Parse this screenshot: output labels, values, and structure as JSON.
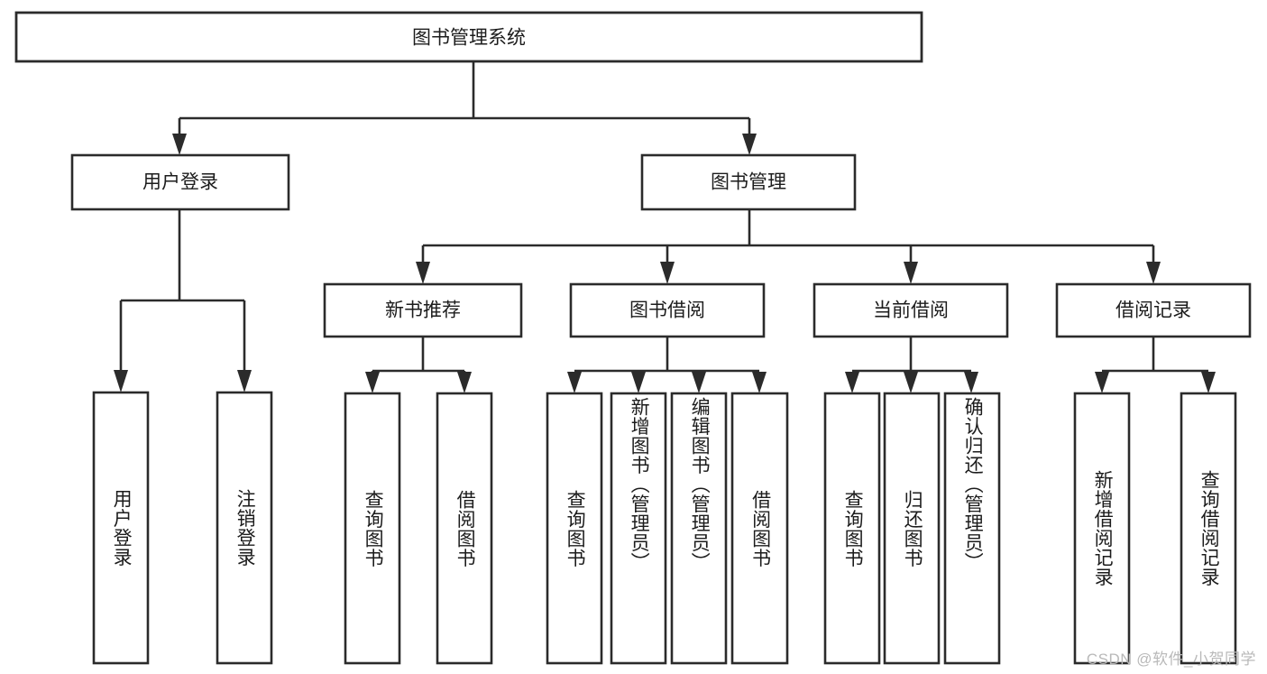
{
  "diagram": {
    "type": "tree-hierarchy",
    "title": "图书管理系统",
    "orientation": "top-down",
    "colors": {
      "box_fill": "#ffffff",
      "box_stroke": "#2b2b2b",
      "connector": "#2b2b2b",
      "text": "#1c1c1c",
      "background": "#ffffff",
      "watermark": "#b9b9b9"
    }
  },
  "watermark": {
    "text": "CSDN @软件_小贺同学"
  },
  "nodes": {
    "root": {
      "label": "图书管理系统",
      "level": 0,
      "orientation": "horizontal"
    },
    "level1": [
      {
        "label": "用户登录",
        "orientation": "horizontal"
      },
      {
        "label": "图书管理",
        "orientation": "horizontal"
      }
    ],
    "level2": [
      {
        "label": "新书推荐",
        "orientation": "horizontal"
      },
      {
        "label": "图书借阅",
        "orientation": "horizontal"
      },
      {
        "label": "当前借阅",
        "orientation": "horizontal"
      },
      {
        "label": "借阅记录",
        "orientation": "horizontal"
      }
    ],
    "leaves": {
      "user_login": [
        {
          "label": "用户登录",
          "orientation": "vertical"
        },
        {
          "label": "注销登录",
          "orientation": "vertical"
        }
      ],
      "new_book": [
        {
          "label": "查询图书",
          "orientation": "vertical"
        },
        {
          "label": "借阅图书",
          "orientation": "vertical"
        }
      ],
      "borrow_book": [
        {
          "label": "查询图书",
          "orientation": "vertical"
        },
        {
          "label": "新增图书（管理员）",
          "orientation": "vertical"
        },
        {
          "label": "编辑图书（管理员）",
          "orientation": "vertical"
        },
        {
          "label": "借阅图书",
          "orientation": "vertical"
        }
      ],
      "current_borrow": [
        {
          "label": "查询图书",
          "orientation": "vertical"
        },
        {
          "label": "归还图书",
          "orientation": "vertical"
        },
        {
          "label": "确认归还（管理员）",
          "orientation": "vertical"
        }
      ],
      "borrow_record": [
        {
          "label": "新增借阅记录",
          "orientation": "vertical"
        },
        {
          "label": "查询借阅记录",
          "orientation": "vertical"
        }
      ]
    }
  },
  "edges": [
    {
      "from": "图书管理系统",
      "to": "用户登录"
    },
    {
      "from": "图书管理系统",
      "to": "图书管理"
    },
    {
      "from": "图书管理",
      "to": "新书推荐"
    },
    {
      "from": "图书管理",
      "to": "图书借阅"
    },
    {
      "from": "图书管理",
      "to": "当前借阅"
    },
    {
      "from": "图书管理",
      "to": "借阅记录"
    },
    {
      "from": "用户登录",
      "to": "用户登录"
    },
    {
      "from": "用户登录",
      "to": "注销登录"
    },
    {
      "from": "新书推荐",
      "to": "查询图书"
    },
    {
      "from": "新书推荐",
      "to": "借阅图书"
    },
    {
      "from": "图书借阅",
      "to": "查询图书"
    },
    {
      "from": "图书借阅",
      "to": "新增图书（管理员）"
    },
    {
      "from": "图书借阅",
      "to": "编辑图书（管理员）"
    },
    {
      "from": "图书借阅",
      "to": "借阅图书"
    },
    {
      "from": "当前借阅",
      "to": "查询图书"
    },
    {
      "from": "当前借阅",
      "to": "归还图书"
    },
    {
      "from": "当前借阅",
      "to": "确认归还（管理员）"
    },
    {
      "from": "借阅记录",
      "to": "新增借阅记录"
    },
    {
      "from": "借阅记录",
      "to": "查询借阅记录"
    }
  ]
}
